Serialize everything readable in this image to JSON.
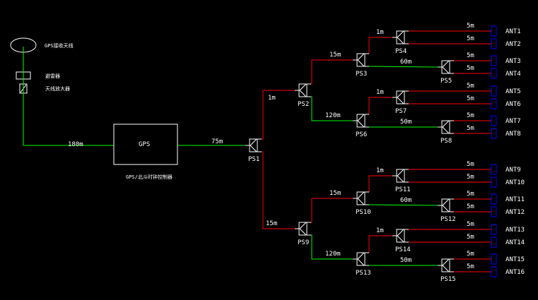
{
  "colors": {
    "background": "#000000",
    "outline": "#ffffff",
    "feed_line": "#00ff00",
    "jumper_line": "#ff0000",
    "antenna": "#0000ff"
  },
  "head_end": {
    "antenna_label": "GPS接收天线",
    "arrester_label": "避雷器",
    "amplifier_label": "天线放大器",
    "cable_to_gps": "180m",
    "gps_box_label": "GPS",
    "gps_caption": "GPS/北斗时钟控制器",
    "cable_to_ps1": "75m"
  },
  "splitters": [
    {
      "id": "PS1",
      "label": "PS1"
    },
    {
      "id": "PS2",
      "label": "PS2"
    },
    {
      "id": "PS3",
      "label": "PS3"
    },
    {
      "id": "PS4",
      "label": "PS4"
    },
    {
      "id": "PS5",
      "label": "PS5"
    },
    {
      "id": "PS6",
      "label": "PS6"
    },
    {
      "id": "PS7",
      "label": "PS7"
    },
    {
      "id": "PS8",
      "label": "PS8"
    },
    {
      "id": "PS9",
      "label": "PS9"
    },
    {
      "id": "PS10",
      "label": "PS10"
    },
    {
      "id": "PS11",
      "label": "PS11"
    },
    {
      "id": "PS12",
      "label": "PS12"
    },
    {
      "id": "PS13",
      "label": "PS13"
    },
    {
      "id": "PS14",
      "label": "PS14"
    },
    {
      "id": "PS15",
      "label": "PS15"
    }
  ],
  "links": {
    "ps1_ps2": "1m",
    "ps1_ps9": "15m",
    "ps2_ps3": "15m",
    "ps2_ps6": "120m",
    "ps3_ps4": "1m",
    "ps3_ps5": "60m",
    "ps6_ps7": "1m",
    "ps6_ps8": "50m",
    "ps9_ps10": "15m",
    "ps9_ps13": "120m",
    "ps10_ps11": "1m",
    "ps10_ps12": "60m",
    "ps13_ps14": "1m",
    "ps13_ps15": "50m"
  },
  "antenna_cable": "5m",
  "antennas": [
    "ANT1",
    "ANT2",
    "ANT3",
    "ANT4",
    "ANT5",
    "ANT6",
    "ANT7",
    "ANT8",
    "ANT9",
    "ANT10",
    "ANT11",
    "ANT12",
    "ANT13",
    "ANT14",
    "ANT15",
    "ANT16"
  ]
}
